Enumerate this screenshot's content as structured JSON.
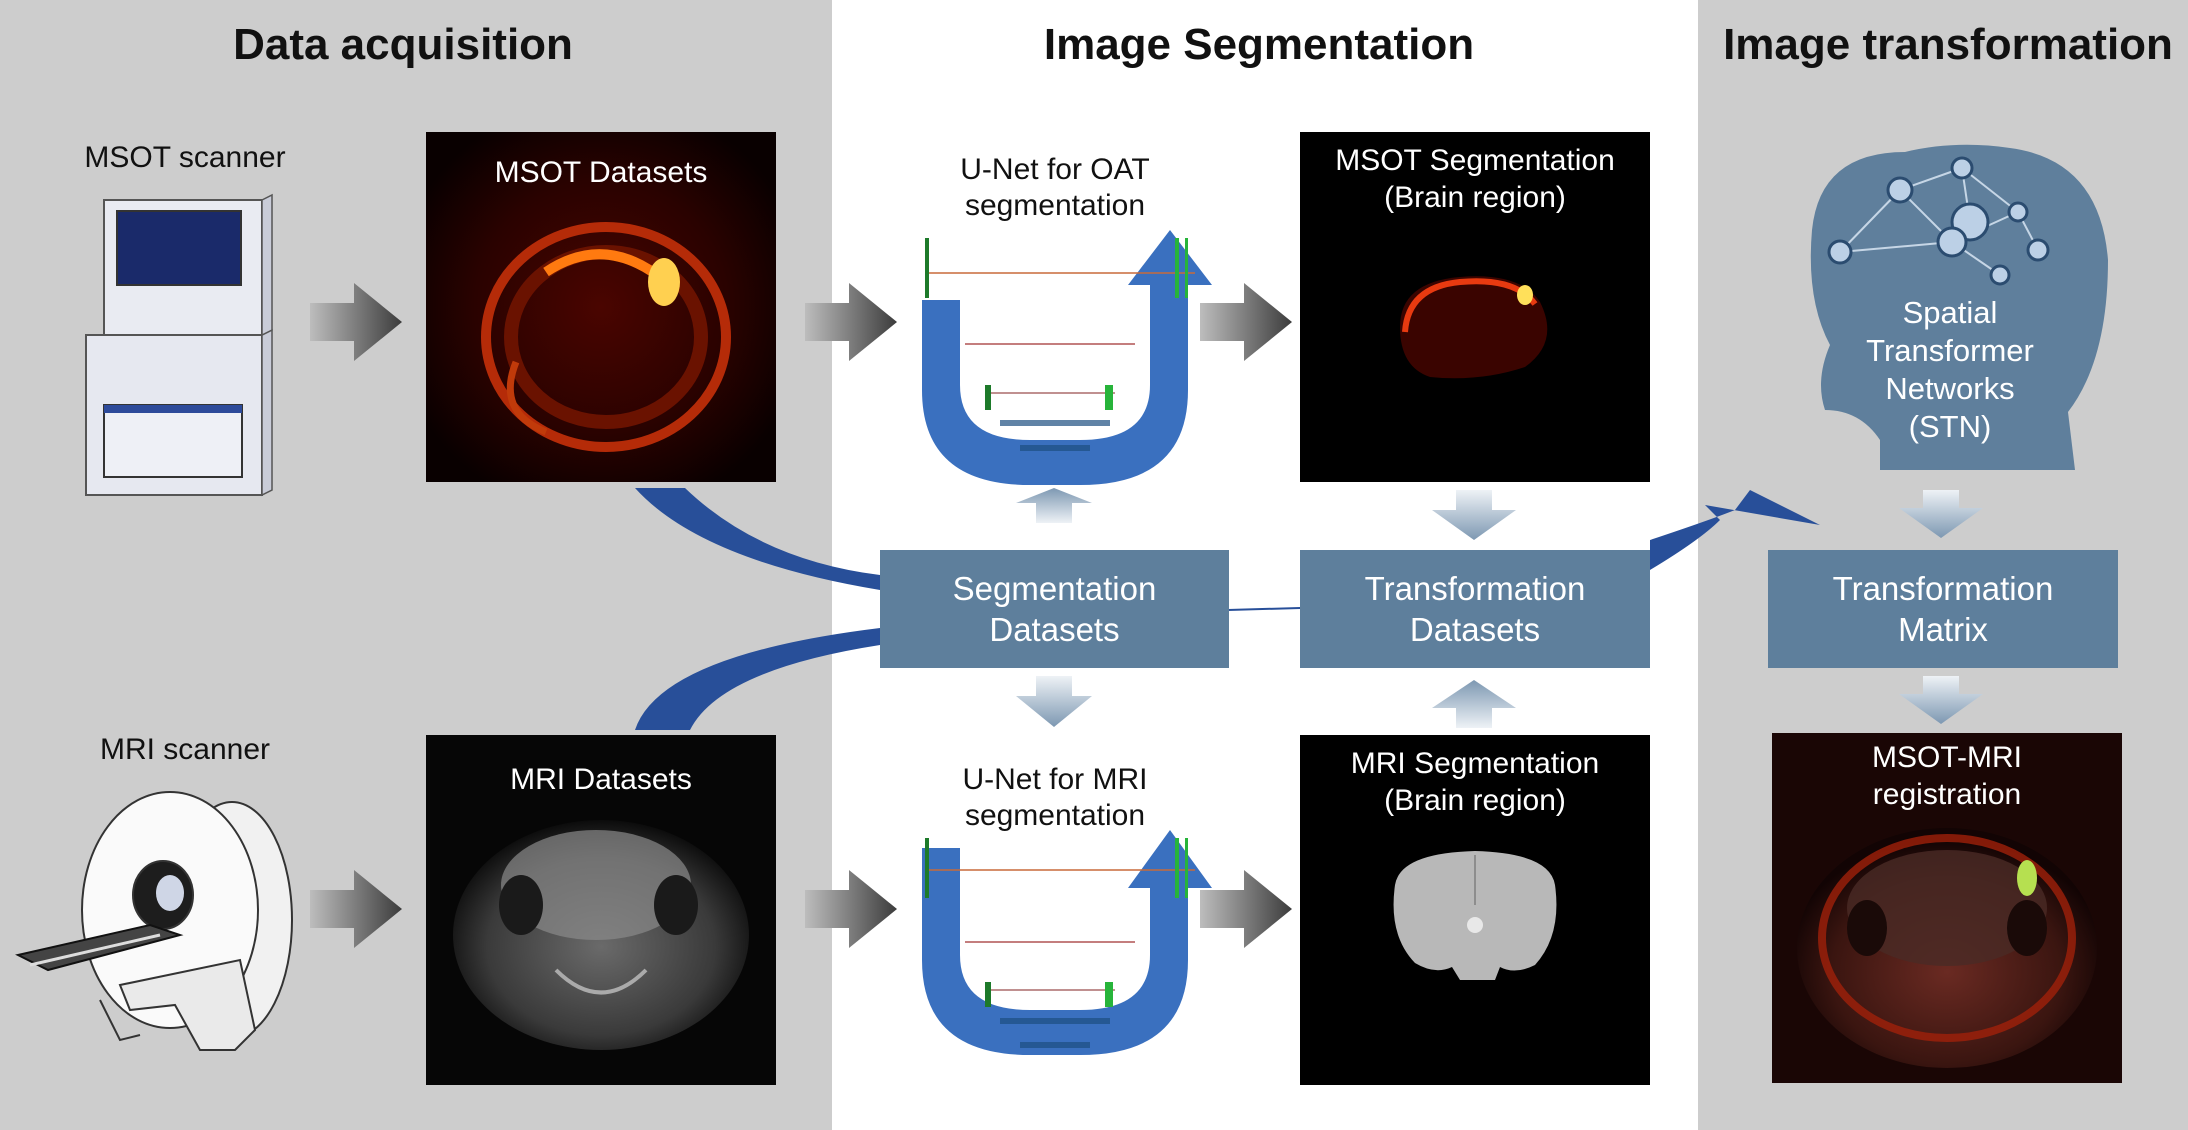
{
  "headings": {
    "acquisition": "Data acquisition",
    "segmentation": "Image Segmentation",
    "transformation": "Image transformation"
  },
  "scanners": {
    "msot": "MSOT scanner",
    "mri": "MRI scanner"
  },
  "datasets": {
    "msot": "MSOT Datasets",
    "mri": "MRI Datasets"
  },
  "unet": {
    "oat_line1": "U-Net for OAT",
    "oat_line2": "segmentation",
    "mri_line1": "U-Net for MRI",
    "mri_line2": "segmentation"
  },
  "segmentations": {
    "msot_line1": "MSOT Segmentation",
    "msot_line2": "(Brain region)",
    "mri_line1": "MRI Segmentation",
    "mri_line2": "(Brain region)"
  },
  "boxes": {
    "seg_line1": "Segmentation",
    "seg_line2": "Datasets",
    "trans_line1": "Transformation",
    "trans_line2": "Datasets",
    "matrix_line1": "Transformation",
    "matrix_line2": "Matrix"
  },
  "stn": {
    "line1": "Spatial",
    "line2": "Transformer",
    "line3": "Networks",
    "line4": "(STN)"
  },
  "registration": {
    "line1": "MSOT-MRI",
    "line2": "registration"
  },
  "colors": {
    "panel_gray": "#cdcdcd",
    "panel_white": "#ffffff",
    "box_blue": "#5e7f9c",
    "arrow_blue": "#2a5aa6",
    "unet_blue": "#3a70bf"
  }
}
